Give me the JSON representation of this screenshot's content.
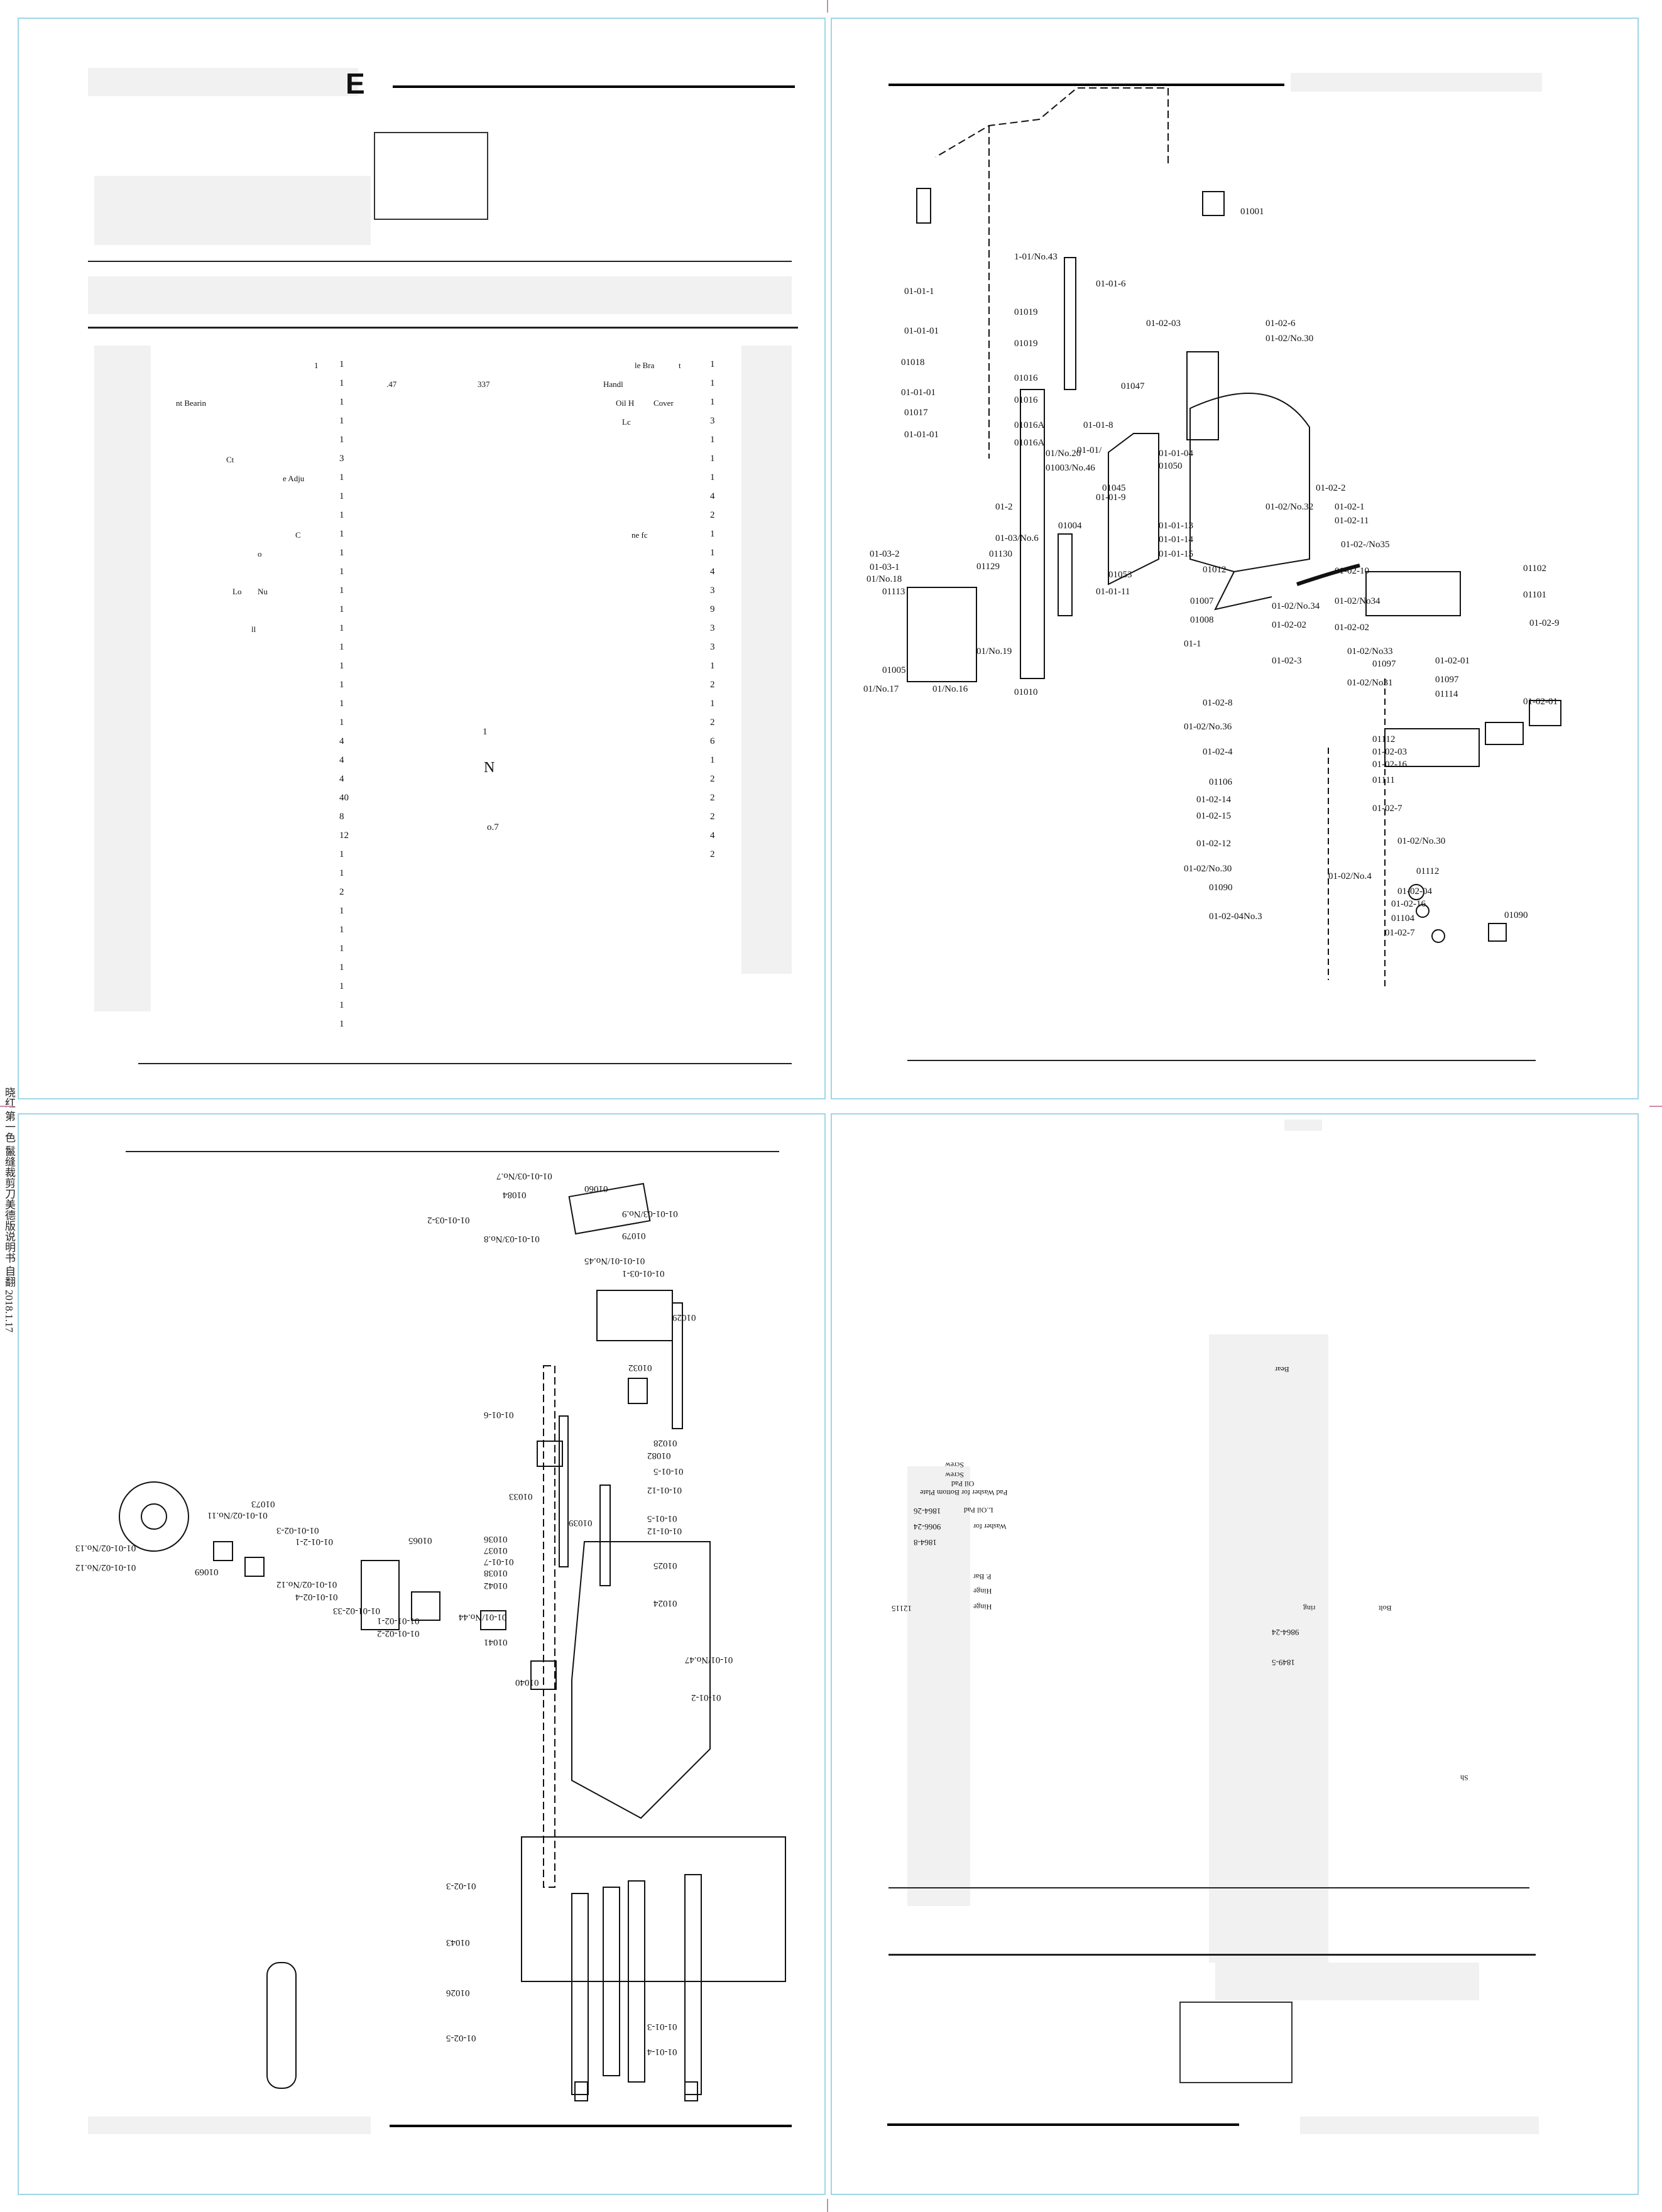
{
  "side_note": "晓红 第一色 鬣缝裁剪刀美德版说明书 自翻 2018.1.17",
  "page1": {
    "heading_letter": "E",
    "table_items": [
      {
        "text": "1",
        "row": 0
      },
      {
        "text": "le Bra",
        "row": 0
      },
      {
        "text": "t",
        "row": 0
      },
      {
        "text": ".47",
        "row": 1
      },
      {
        "text": "337",
        "row": 1
      },
      {
        "text": "Handl",
        "row": 1
      },
      {
        "text": "nt Bearin",
        "row": 2
      },
      {
        "text": "Oil H",
        "row": 2
      },
      {
        "text": "Cover",
        "row": 2
      },
      {
        "text": "Lc",
        "row": 3
      },
      {
        "text": "Ct",
        "row": 5
      },
      {
        "text": "e Adju",
        "row": 6
      },
      {
        "text": "C",
        "row": 9
      },
      {
        "text": "ne fc",
        "row": 9
      },
      {
        "text": "o",
        "row": 10
      },
      {
        "text": "Lo",
        "row": 12
      },
      {
        "text": "Nu",
        "row": 12
      },
      {
        "text": "ll",
        "row": 14
      }
    ],
    "qty_left": [
      "1",
      "1",
      "1",
      "1",
      "1",
      "3",
      "1",
      "1",
      "1",
      "1",
      "1",
      "1",
      "1",
      "1",
      "1",
      "1",
      "1",
      "1",
      "1",
      "1",
      "4",
      "4",
      "4",
      "40",
      "8",
      "12",
      "1",
      "1",
      "2",
      "1",
      "1",
      "1",
      "1",
      "1",
      "1",
      "1"
    ],
    "qty_right": [
      "1",
      "1",
      "1",
      "3",
      "1",
      "1",
      "1",
      "4",
      "2",
      "1",
      "1",
      "4",
      "3",
      "9",
      "3",
      "3",
      "1",
      "2",
      "1",
      "2",
      "6",
      "1",
      "2",
      "2",
      "2",
      "4",
      "2"
    ],
    "misc": [
      "N",
      "o.7",
      "1"
    ]
  },
  "page2": {
    "labels": [
      "01001",
      "1-01/No.43",
      "01-01-6",
      "01-01-1",
      "01019",
      "01-01-01",
      "01019",
      "01018",
      "01016",
      "01-01-01",
      "01016",
      "01017",
      "01016A",
      "01-01-01",
      "01016A",
      "01-02-03",
      "01-02-6",
      "01-02/No.30",
      "01047",
      "01-01-8",
      "01-01/",
      "01-01-04",
      "01050",
      "01/No.20",
      "01003/No.46",
      "01045",
      "01-01-9",
      "01-01-13",
      "01-2",
      "01004",
      "01-01-14",
      "01-01-15",
      "01-03/No.6",
      "01130",
      "01053",
      "01129",
      "01-01-11",
      "01-03-2",
      "01-03-1",
      "01/No.18",
      "01113",
      "01012",
      "01007",
      "01008",
      "01-1",
      "01/No.19",
      "01005",
      "01/No.17",
      "01/No.16",
      "01010",
      "01-02-2",
      "01-02/No.32",
      "01-02-1",
      "01-02-11",
      "01-02-/No35",
      "01-02-10",
      "01102",
      "01-02/No.34",
      "01-02/No34",
      "01101",
      "01-02-02",
      "01-02-02",
      "01-02-9",
      "01-02/No33",
      "01-02-3",
      "01097",
      "01-02-01",
      "01-02/No31",
      "01-02-8",
      "01097",
      "01-02-01",
      "01-02/No.36",
      "01114",
      "01112",
      "01-02-4",
      "01-02-03",
      "01106",
      "01-02-16",
      "01-02-14",
      "01111",
      "01-02-15",
      "01-02-7",
      "01-02-12",
      "01-02/No.30",
      "01-02/No.30",
      "01-02/No.4",
      "01112",
      "01090",
      "01-02-04",
      "01-02-16",
      "01-02-04No.3",
      "01104",
      "01-02-7",
      "01090"
    ]
  },
  "page3": {
    "labels": [
      "01-01-03/No.7",
      "01060",
      "01084",
      "01-01-03/No.9",
      "01-01-03-2",
      "01079",
      "01-01-03/No.8",
      "01-01-01/No.45",
      "01-01-03-1",
      "01029",
      "01032",
      "01-01-6",
      "01028",
      "01082",
      "01-01-5",
      "01-01-12",
      "01033",
      "01073",
      "01-01-02/No.11",
      "01-01-02-3",
      "01-01-2-1",
      "01-01-02/No.13",
      "01039",
      "01036",
      "01037",
      "01-01-7",
      "01038",
      "01042",
      "01065",
      "01-01-5",
      "01-01-12",
      "01025",
      "01-01-02/No.12",
      "01069",
      "01-01-02/No.12",
      "01-01-02-4",
      "01-01-02-33",
      "01-01-02-1",
      "01-01-02-2",
      "01-01/No.44",
      "01024",
      "01041",
      "01-01/No.47",
      "01040",
      "01-01-2",
      "01-02-3",
      "01043",
      "01026",
      "01-01-3",
      "01-02-5",
      "01-01-4"
    ]
  },
  "page4": {
    "right_codes": [
      "9864-24",
      "1849-5"
    ],
    "left_codes": [
      "1864-26",
      "9066-24",
      "1864-8",
      "12115"
    ],
    "items": [
      "Bear",
      "Screw",
      "Screw",
      "Oil Pad",
      "Pad Washer for Bottom Plate",
      "L.Oil Pad",
      "Washer for",
      "P. Bar",
      "Hinge",
      "Hinge",
      "ring",
      "Bolt",
      "Sh"
    ]
  }
}
